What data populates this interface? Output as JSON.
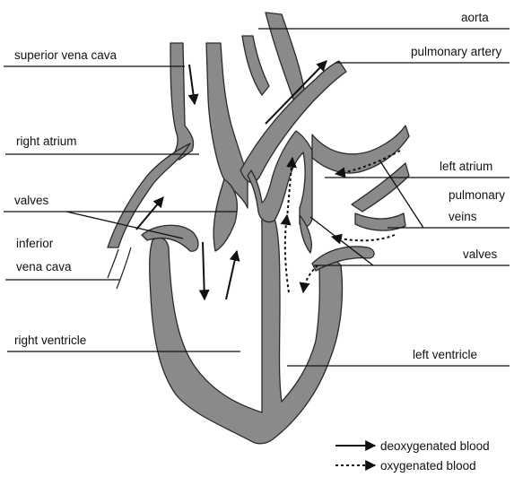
{
  "labels": {
    "aorta": "aorta",
    "superior_vena_cava": "superior vena cava",
    "pulmonary_artery": "pulmonary artery",
    "right_atrium": "right atrium",
    "left_atrium": "left atrium",
    "valves_left": "valves",
    "pulmonary_veins_line1": "pulmonary",
    "pulmonary_veins_line2": "veins",
    "inferior_vena_cava_line1": "inferior",
    "inferior_vena_cava_line2": "vena cava",
    "valves_right": "valves",
    "right_ventricle": "right ventricle",
    "left_ventricle": "left ventricle"
  },
  "legend": {
    "deoxygenated": "deoxygenated blood",
    "oxygenated": "oxygenated blood"
  },
  "colors": {
    "wall": "#8a8a8a",
    "line": "#111111"
  }
}
